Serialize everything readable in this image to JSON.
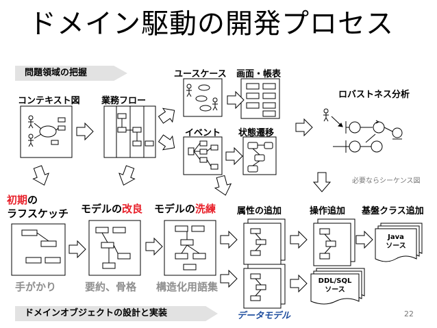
{
  "slide": {
    "title": "ドメイン駆動の開発プロセス",
    "page_number": "22"
  },
  "banners": {
    "analysis": "問題領域の把握",
    "implementation": "ドメインオブジェクトの設計と実装"
  },
  "labels": {
    "context_diagram": "コンテキスト図",
    "business_flow": "業務フロー",
    "use_case": "ユースケース",
    "screen_form": "画面・帳表",
    "event": "イベント",
    "state_transition": "状態遷移",
    "robustness": "ロバストネス分析",
    "sequence_if_needed": "必要ならシーケンス図",
    "initial_sketch_line1_red": "初期",
    "initial_sketch_line1_rest": "の",
    "initial_sketch_line2": "ラフスケッチ",
    "model_improve_prefix": "モデルの",
    "model_improve_red": "改良",
    "model_refine_prefix": "モデルの",
    "model_refine_red": "洗練",
    "add_attributes": "属性の追加",
    "add_operations": "操作追加",
    "add_base_classes": "基盤クラス追加",
    "java_source_line1": "Java",
    "java_source_line2": "ソース",
    "ddl_source_line1": "DDL/SQL",
    "ddl_source_line2": "ソース",
    "data_model": "データモデル",
    "caption_clue": "手がかり",
    "caption_summary": "要約、骨格",
    "caption_vocab": "構造化用語集"
  }
}
